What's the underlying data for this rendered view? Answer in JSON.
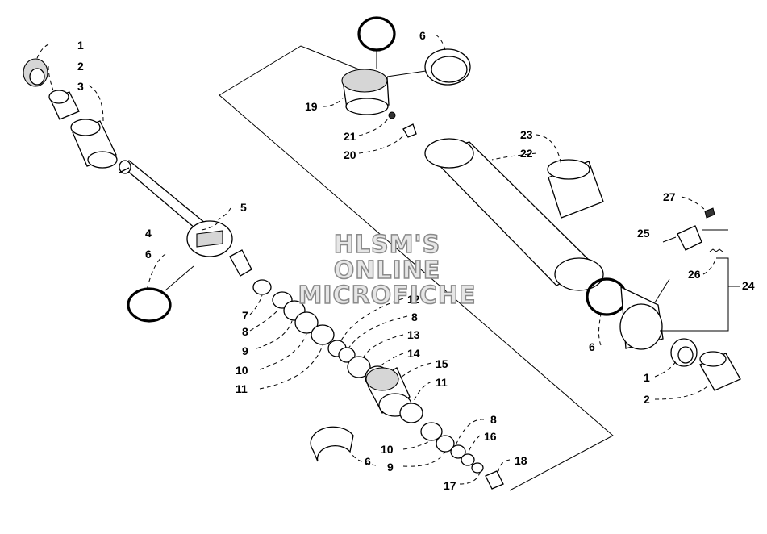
{
  "watermark": {
    "lines": [
      "HLSM'S",
      "ONLINE",
      "MICROFICHE"
    ]
  },
  "callouts": {
    "c1a": "1",
    "c2a": "2",
    "c3": "3",
    "c4": "4",
    "c5": "5",
    "c6a": "6",
    "c6b": "6",
    "c6c": "6",
    "c6d": "6",
    "c7": "7",
    "c8a": "8",
    "c8b": "8",
    "c8c": "8",
    "c9a": "9",
    "c9b": "9",
    "c10a": "10",
    "c10b": "10",
    "c11a": "11",
    "c11b": "11",
    "c12": "12",
    "c13": "13",
    "c14": "14",
    "c15": "15",
    "c16": "16",
    "c17": "17",
    "c18": "18",
    "c19": "19",
    "c20": "20",
    "c21": "21",
    "c22": "22",
    "c23": "23",
    "c24": "24",
    "c25": "25",
    "c26": "26",
    "c27": "27",
    "c1b": "1",
    "c2b": "2"
  }
}
